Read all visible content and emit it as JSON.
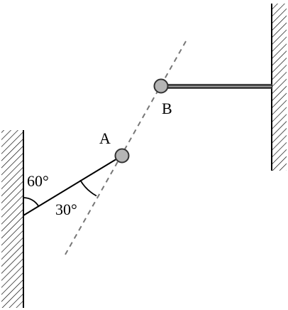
{
  "diagram": {
    "point_a_label": "A",
    "point_b_label": "B",
    "angle_wall_label": "60°",
    "angle_line_label": "30°",
    "colors": {
      "ink": "#000000",
      "dashed_line": "#777777",
      "ball_fill": "#b5b5b5",
      "ball_stroke": "#333333",
      "rod": "#444444"
    }
  }
}
